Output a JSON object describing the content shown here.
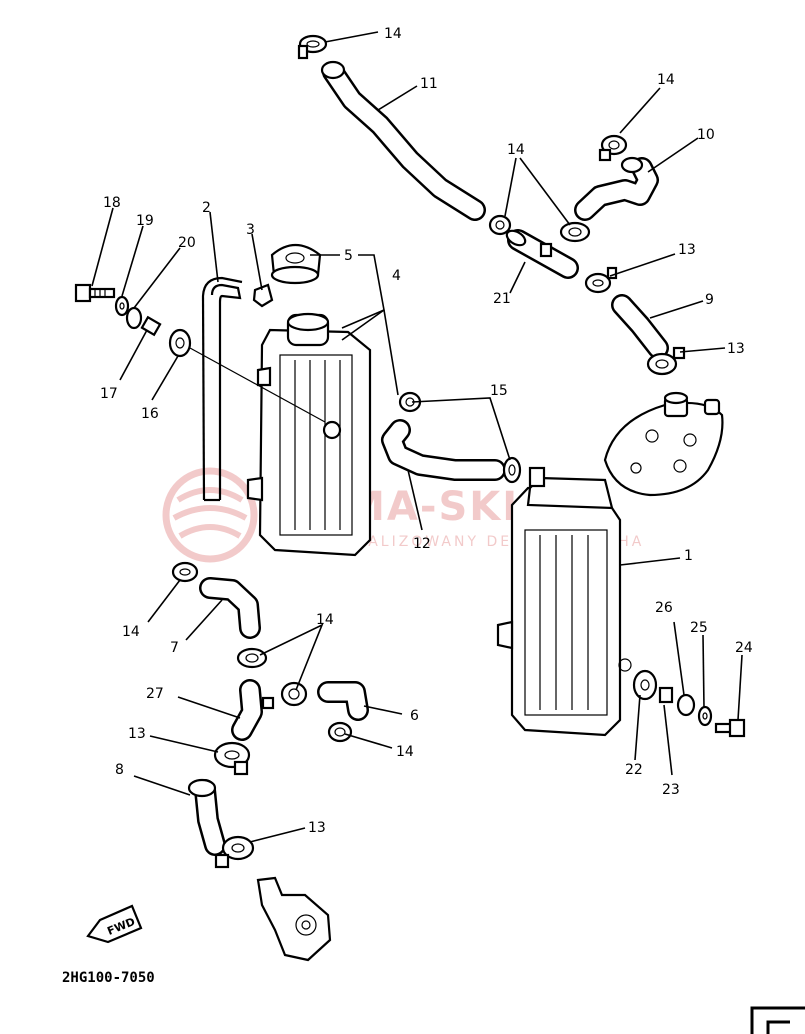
{
  "diagram": {
    "drawing_code": "2HG100-7050",
    "fwd_label": "FWD",
    "watermark": {
      "main": "YAMA-SKI.PL",
      "sub": "WYSPECJALIZOWANY DEALER YAMAHA",
      "color": "#e8a0a0"
    },
    "callouts": [
      {
        "id": "c-14a",
        "text": "14"
      },
      {
        "id": "c-11",
        "text": "11"
      },
      {
        "id": "c-14b",
        "text": "14"
      },
      {
        "id": "c-10",
        "text": "10"
      },
      {
        "id": "c-14c",
        "text": "14"
      },
      {
        "id": "c-18",
        "text": "18"
      },
      {
        "id": "c-19",
        "text": "19"
      },
      {
        "id": "c-20",
        "text": "20"
      },
      {
        "id": "c-2",
        "text": "2"
      },
      {
        "id": "c-3",
        "text": "3"
      },
      {
        "id": "c-5",
        "text": "5"
      },
      {
        "id": "c-4",
        "text": "4"
      },
      {
        "id": "c-13a",
        "text": "13"
      },
      {
        "id": "c-21",
        "text": "21"
      },
      {
        "id": "c-9",
        "text": "9"
      },
      {
        "id": "c-13b",
        "text": "13"
      },
      {
        "id": "c-17",
        "text": "17"
      },
      {
        "id": "c-16",
        "text": "16"
      },
      {
        "id": "c-15",
        "text": "15"
      },
      {
        "id": "c-12",
        "text": "12"
      },
      {
        "id": "c-1",
        "text": "1"
      },
      {
        "id": "c-14d",
        "text": "14"
      },
      {
        "id": "c-7",
        "text": "7"
      },
      {
        "id": "c-14e",
        "text": "14"
      },
      {
        "id": "c-26",
        "text": "26"
      },
      {
        "id": "c-25",
        "text": "25"
      },
      {
        "id": "c-24",
        "text": "24"
      },
      {
        "id": "c-27",
        "text": "27"
      },
      {
        "id": "c-6",
        "text": "6"
      },
      {
        "id": "c-14f",
        "text": "14"
      },
      {
        "id": "c-13c",
        "text": "13"
      },
      {
        "id": "c-22",
        "text": "22"
      },
      {
        "id": "c-23",
        "text": "23"
      },
      {
        "id": "c-8",
        "text": "8"
      },
      {
        "id": "c-13d",
        "text": "13"
      }
    ]
  }
}
